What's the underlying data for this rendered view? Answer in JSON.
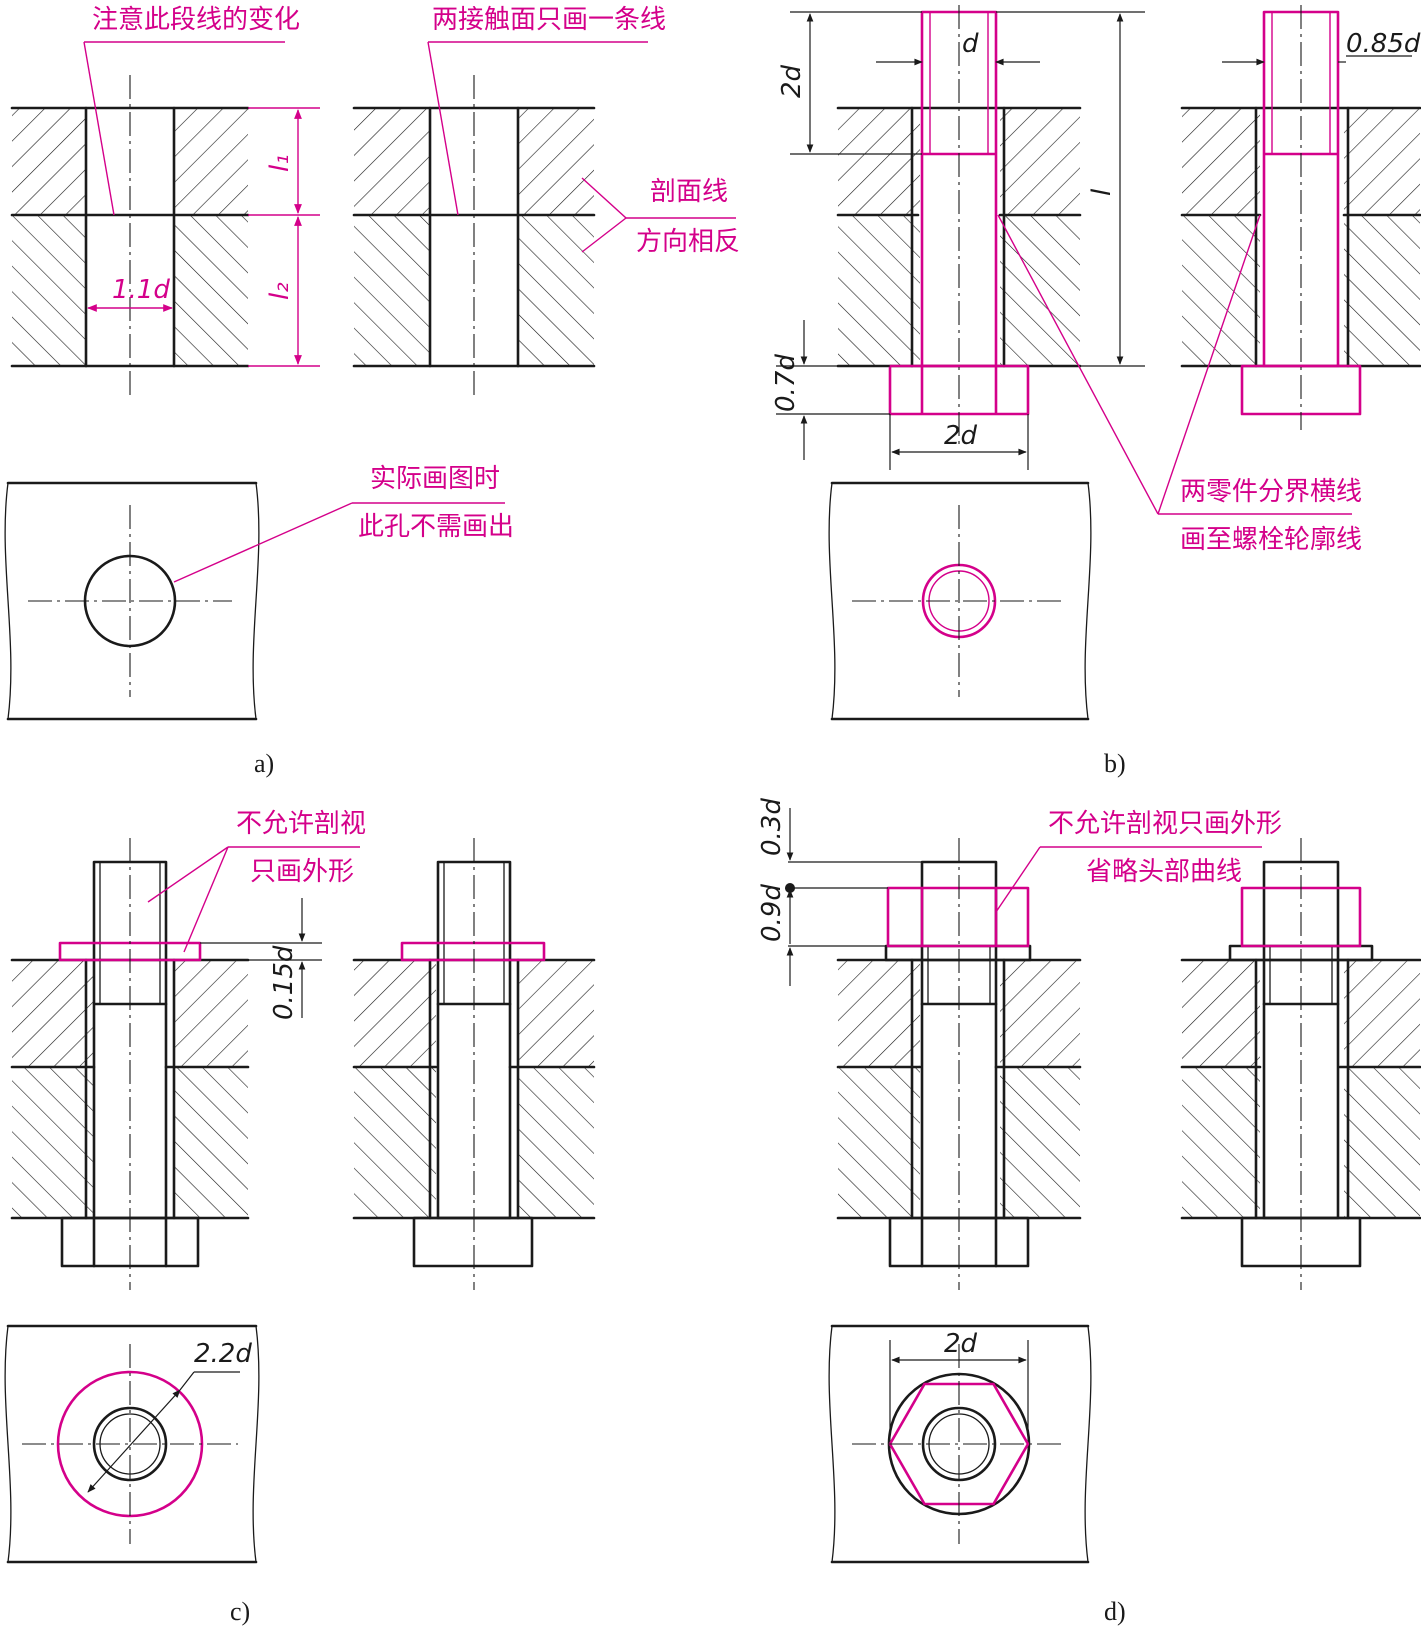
{
  "notes": {
    "a_line_change": "注意此段线的变化",
    "a_contact_one_line": "两接触面只画一条线",
    "a_hatch_1": "剖面线",
    "a_hatch_2": "方向相反",
    "a_hole_1": "实际画图时",
    "a_hole_2": "此孔不需画出",
    "b_boundary_1": "两零件分界横线",
    "b_boundary_2": "画至螺栓轮廓线",
    "c_nosection_1": "不允许剖视",
    "c_nosection_2": "只画外形",
    "d_nosection_1": "不允许剖视只画外形",
    "d_nosection_2": "省略头部曲线"
  },
  "dims": {
    "a_l1": "l₁",
    "a_l2": "l₂",
    "a_hole": "1.1d",
    "b_2d_top": "2d",
    "b_d": "d",
    "b_l": "l",
    "b_085d": "0.85d",
    "b_07d": "0.7d",
    "b_2d_head": "2d",
    "c_015d": "0.15d",
    "c_22d": "2.2d",
    "d_03d": "0.3d",
    "d_09d": "0.9d",
    "d_2d": "2d"
  },
  "captions": {
    "a": "a)",
    "b": "b)",
    "c": "c)",
    "d": "d)"
  },
  "colors": {
    "ink": "#1a1a1a",
    "highlight": "#d4008a"
  }
}
